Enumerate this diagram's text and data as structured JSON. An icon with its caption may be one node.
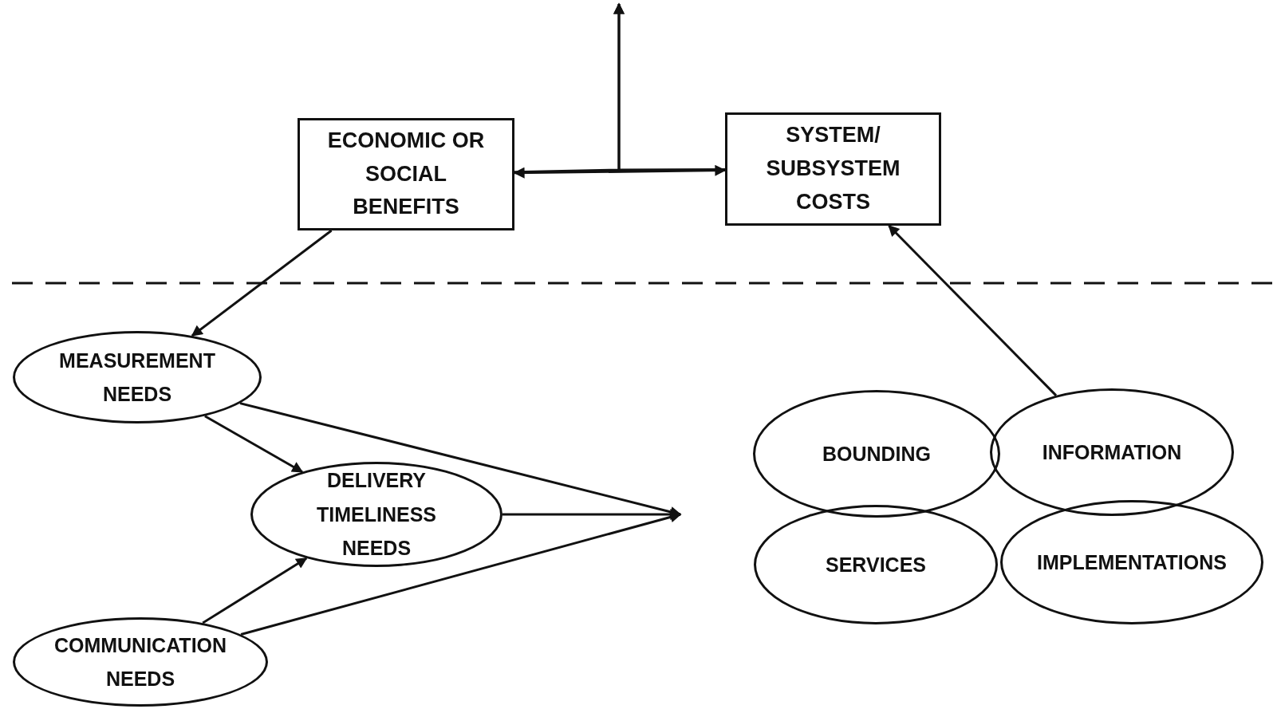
{
  "diagram": {
    "nodes": [
      {
        "text": [
          "ECONOMIC OR SOCIAL BENEFITS"
        ]
      },
      {
        "text": [
          "SYSTEM/ SUBSYSTEM COSTS"
        ]
      },
      {
        "text": [
          "MEASUREMENT NEEDS"
        ]
      },
      {
        "text": [
          "DELIVERY TIMELINESS NEEDS"
        ]
      },
      {
        "text": [
          "COMMUNICATION NEEDS"
        ]
      },
      {
        "text": [
          "BOUNDING"
        ]
      },
      {
        "text": [
          "INFORMATION"
        ]
      },
      {
        "text": [
          "SERVICES"
        ]
      },
      {
        "text": [
          "IMPLEMENTATIONS"
        ]
      }
    ],
    "edges": [
      {
        "from": 0,
        "to": 1,
        "arrow": "both"
      },
      {
        "from": 0,
        "to": null,
        "arrow": "to"
      },
      {
        "from": 1,
        "to": null,
        "arrow": "to"
      },
      {
        "from": 0,
        "to": 2,
        "arrow": "to"
      },
      {
        "from": 2,
        "to": 3,
        "arrow": "to"
      },
      {
        "from": 4,
        "to": 3,
        "arrow": "to"
      },
      {
        "from": 2,
        "to": null,
        "arrow": "to"
      },
      {
        "from": 3,
        "to": null,
        "arrow": "to"
      },
      {
        "from": 4,
        "to": null,
        "arrow": "to"
      },
      {
        "from": 6,
        "to": 1,
        "arrow": "to"
      }
    ]
  }
}
